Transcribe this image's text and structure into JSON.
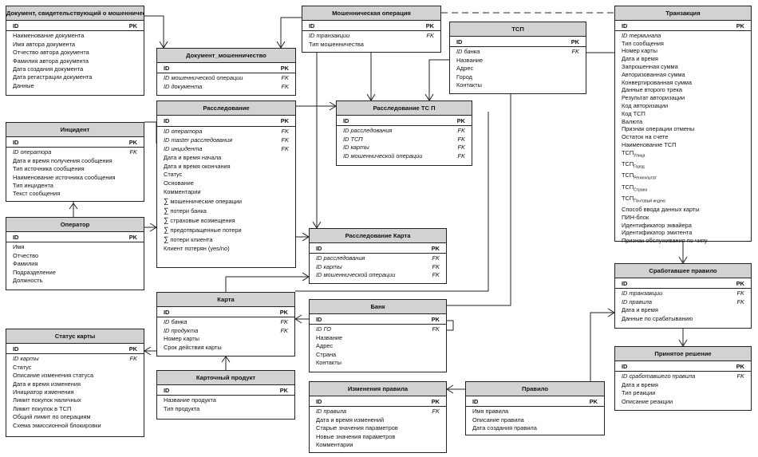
{
  "entities": {
    "doc": {
      "title": "Документ, свидетельствующий о мошенничестве",
      "pk": "ID",
      "pk_label": "PK",
      "attrs": [
        {
          "name": "Наименование документа",
          "key": "",
          "italic": false
        },
        {
          "name": "Имя автора документа",
          "key": "",
          "italic": false
        },
        {
          "name": "Отчество автора документа",
          "key": "",
          "italic": false
        },
        {
          "name": "Фамилия автора документа",
          "key": "",
          "italic": false
        },
        {
          "name": "Дата создания документа",
          "key": "",
          "italic": false
        },
        {
          "name": "Дата регистрации документа",
          "key": "",
          "italic": false
        },
        {
          "name": "Данные",
          "key": "",
          "italic": false
        }
      ]
    },
    "fraudop": {
      "title": "Мошенническая операция",
      "pk": "ID",
      "pk_label": "PK",
      "attrs": [
        {
          "name": "ID транзакции",
          "key": "FK",
          "italic": true
        },
        {
          "name": "Тип мошенничества",
          "key": "",
          "italic": false
        }
      ]
    },
    "docfraud": {
      "title": "Документ_мошенничество",
      "pk": "ID",
      "pk_label": "PK",
      "attrs": [
        {
          "name": "ID мошеннической операции",
          "key": "FK",
          "italic": true
        },
        {
          "name": "ID документа",
          "key": "FK",
          "italic": true
        }
      ]
    },
    "tsp": {
      "title": "ТСП",
      "pk": "ID",
      "pk_label": "PK",
      "attrs": [
        {
          "name": "ID банка",
          "key": "FK",
          "italic": true
        },
        {
          "name": "Название",
          "key": "",
          "italic": false
        },
        {
          "name": "Адрес",
          "key": "",
          "italic": false
        },
        {
          "name": "Город",
          "key": "",
          "italic": false
        },
        {
          "name": "Контакты",
          "key": "",
          "italic": false
        }
      ]
    },
    "trans": {
      "title": "Транзакция",
      "pk": "ID",
      "pk_label": "PK",
      "attrs": [
        {
          "name": "ID терминала",
          "key": "",
          "italic": true
        },
        {
          "name": "Тип сообщения",
          "key": "",
          "italic": false
        },
        {
          "name": "Номер карты",
          "key": "",
          "italic": false
        },
        {
          "name": "Дата и время",
          "key": "",
          "italic": false
        },
        {
          "name": "Запрошенная сумма",
          "key": "",
          "italic": false
        },
        {
          "name": "Авторизованная сумма",
          "key": "",
          "italic": false
        },
        {
          "name": "Конвертированная сумма",
          "key": "",
          "italic": false
        },
        {
          "name": "Данные второго трека",
          "key": "",
          "italic": false
        },
        {
          "name": "Результат авторизации",
          "key": "",
          "italic": false
        },
        {
          "name": "Код авторизации",
          "key": "",
          "italic": false
        },
        {
          "name": "Код ТСП",
          "key": "",
          "italic": false
        },
        {
          "name": "Валюта",
          "key": "",
          "italic": false
        },
        {
          "name": "Признак операции отмены",
          "key": "",
          "italic": false
        },
        {
          "name": "Остаток на счете",
          "key": "",
          "italic": false
        },
        {
          "name": "Наименование ТСП",
          "key": "",
          "italic": false
        },
        {
          "name": "ТСП",
          "sub": "Улица",
          "key": "",
          "italic": false
        },
        {
          "name": "ТСП",
          "sub": "Город",
          "key": "",
          "italic": false
        },
        {
          "name": "ТСП",
          "sub": "Регион/штат",
          "key": "",
          "italic": false
        },
        {
          "name": "ТСП",
          "sub": "Страна",
          "key": "",
          "italic": false
        },
        {
          "name": "ТСП",
          "sub": "Почтовый индекс",
          "key": "",
          "italic": false
        },
        {
          "name": "Способ ввода данных карты",
          "key": "",
          "italic": false
        },
        {
          "name": "ПИН-блок",
          "key": "",
          "italic": false
        },
        {
          "name": "Идентификатор эквайера",
          "key": "",
          "italic": false
        },
        {
          "name": "Идентификатор эмитента",
          "key": "",
          "italic": false
        },
        {
          "name": "Признак обслуживания по чипу",
          "key": "",
          "italic": false
        }
      ]
    },
    "incident": {
      "title": "Инцидент",
      "pk": "ID",
      "pk_label": "PK",
      "attrs": [
        {
          "name": "ID оператора",
          "key": "FK",
          "italic": true
        },
        {
          "name": "Дата и время получения сообщения",
          "key": "",
          "italic": false
        },
        {
          "name": "Тип источника сообщения",
          "key": "",
          "italic": false
        },
        {
          "name": "Наименование источника сообщения",
          "key": "",
          "italic": false
        },
        {
          "name": "Тип инцидента",
          "key": "",
          "italic": false
        },
        {
          "name": "Текст сообщения",
          "key": "",
          "italic": false
        }
      ]
    },
    "invest": {
      "title": "Расследование",
      "pk": "ID",
      "pk_label": "PK",
      "attrs": [
        {
          "name": "ID оператора",
          "key": "FK",
          "italic": true
        },
        {
          "name": "ID master расследования",
          "key": "FK",
          "italic": true
        },
        {
          "name": "ID инцидента",
          "key": "FK",
          "italic": true
        },
        {
          "name": "Дата и время начала",
          "key": "",
          "italic": false
        },
        {
          "name": "Дата и время окончания",
          "key": "",
          "italic": false
        },
        {
          "name": "Статус",
          "key": "",
          "italic": false
        },
        {
          "name": "Основание",
          "key": "",
          "italic": false
        },
        {
          "name": "Комментарии",
          "key": "",
          "italic": false
        },
        {
          "name": "мошеннические операции",
          "key": "",
          "italic": false,
          "sigma": "∑"
        },
        {
          "name": "потери банка",
          "key": "",
          "italic": false,
          "sigma": "∑"
        },
        {
          "name": "страховые возмещения",
          "key": "",
          "italic": false,
          "sigma": "∑"
        },
        {
          "name": "предотвращенные потери",
          "key": "",
          "italic": false,
          "sigma": "∑"
        },
        {
          "name": "потери клиента",
          "key": "",
          "italic": false,
          "sigma": "∑"
        },
        {
          "name": "Клиент потерян (yes/no)",
          "key": "",
          "italic": false
        }
      ]
    },
    "investtsp": {
      "title": "Расследование ТС П",
      "pk": "ID",
      "pk_label": "PK",
      "attrs": [
        {
          "name": "ID расследования",
          "key": "FK",
          "italic": true
        },
        {
          "name": "ID ТСП",
          "key": "FK",
          "italic": true
        },
        {
          "name": "ID карты",
          "key": "FK",
          "italic": true
        },
        {
          "name": "ID мошеннической операции",
          "key": "FK",
          "italic": true
        }
      ]
    },
    "operator": {
      "title": "Оператор",
      "pk": "ID",
      "pk_label": "PK",
      "attrs": [
        {
          "name": "Имя",
          "key": "",
          "italic": false
        },
        {
          "name": "Отчество",
          "key": "",
          "italic": false
        },
        {
          "name": "Фамилия",
          "key": "",
          "italic": false
        },
        {
          "name": "Подразделение",
          "key": "",
          "italic": false
        },
        {
          "name": "Должность",
          "key": "",
          "italic": false
        }
      ]
    },
    "investcard": {
      "title": "Расследование Карта",
      "pk": "ID",
      "pk_label": "PK",
      "attrs": [
        {
          "name": "ID расследования",
          "key": "FK",
          "italic": true
        },
        {
          "name": "ID карты",
          "key": "FK",
          "italic": true
        },
        {
          "name": "ID мошеннической операции",
          "key": "FK",
          "italic": true
        }
      ]
    },
    "rulefired": {
      "title": "Сработавшее правило",
      "pk": "ID",
      "pk_label": "PK",
      "attrs": [
        {
          "name": "ID транзакции",
          "key": "FK",
          "italic": true
        },
        {
          "name": "ID правила",
          "key": "FK",
          "italic": true
        },
        {
          "name": "Дата и время",
          "key": "",
          "italic": false
        },
        {
          "name": "Данные по срабатыванию",
          "key": "",
          "italic": false
        }
      ]
    },
    "card": {
      "title": "Карта",
      "pk": "ID",
      "pk_label": "PK",
      "attrs": [
        {
          "name": "ID банка",
          "key": "FK",
          "italic": true
        },
        {
          "name": "ID продукта",
          "key": "FK",
          "italic": true
        },
        {
          "name": "Номер карты",
          "key": "",
          "italic": false
        },
        {
          "name": "Срок действия карты",
          "key": "",
          "italic": false
        }
      ]
    },
    "bank": {
      "title": "Банк",
      "pk": "ID",
      "pk_label": "PK",
      "attrs": [
        {
          "name": "ID ГО",
          "key": "FK",
          "italic": true
        },
        {
          "name": "Название",
          "key": "",
          "italic": false
        },
        {
          "name": "Адрес",
          "key": "",
          "italic": false
        },
        {
          "name": "Страна",
          "key": "",
          "italic": false
        },
        {
          "name": "Контакты",
          "key": "",
          "italic": false
        }
      ]
    },
    "cardstatus": {
      "title": "Статус карты",
      "pk": "ID",
      "pk_label": "PK",
      "attrs": [
        {
          "name": "ID карты",
          "key": "FK",
          "italic": true
        },
        {
          "name": "Статус",
          "key": "",
          "italic": false
        },
        {
          "name": "Описание изменения статуса",
          "key": "",
          "italic": false
        },
        {
          "name": "Дата и время изменения",
          "key": "",
          "italic": false
        },
        {
          "name": "Инициатор изменения",
          "key": "",
          "italic": false
        },
        {
          "name": "Лимит покупок наличных",
          "key": "",
          "italic": false
        },
        {
          "name": "Лимит покупок в ТСП",
          "key": "",
          "italic": false
        },
        {
          "name": "Общий лимит по операциям",
          "key": "",
          "italic": false
        },
        {
          "name": "Схема эмиссионной блокировки",
          "key": "",
          "italic": false
        }
      ]
    },
    "decision": {
      "title": "Принятое решение",
      "pk": "ID",
      "pk_label": "PK",
      "attrs": [
        {
          "name": "ID сработавшего правила",
          "key": "FK",
          "italic": true
        },
        {
          "name": "Дата и время",
          "key": "",
          "italic": false
        },
        {
          "name": "Тип реакции",
          "key": "",
          "italic": false
        },
        {
          "name": "Описание реакции",
          "key": "",
          "italic": false
        }
      ]
    },
    "product": {
      "title": "Карточный продукт",
      "pk": "ID",
      "pk_label": "PK",
      "attrs": [
        {
          "name": "Название продукта",
          "key": "",
          "italic": false
        },
        {
          "name": "Тип продукта",
          "key": "",
          "italic": false
        }
      ]
    },
    "rulechange": {
      "title": "Изменения правила",
      "pk": "ID",
      "pk_label": "PK",
      "attrs": [
        {
          "name": "ID правила",
          "key": "FK",
          "italic": true
        },
        {
          "name": "Дата и время изменений",
          "key": "",
          "italic": false
        },
        {
          "name": "Старые значения параметров",
          "key": "",
          "italic": false
        },
        {
          "name": "Новые значения параметров",
          "key": "",
          "italic": false
        },
        {
          "name": "Комментарии",
          "key": "",
          "italic": false
        }
      ]
    },
    "rule": {
      "title": "Правило",
      "pk": "ID",
      "pk_label": "PK",
      "attrs": [
        {
          "name": "Имя правила",
          "key": "",
          "italic": false
        },
        {
          "name": "Описание правила",
          "key": "",
          "italic": false
        },
        {
          "name": "Дата создания правила",
          "key": "",
          "italic": false
        }
      ]
    }
  }
}
